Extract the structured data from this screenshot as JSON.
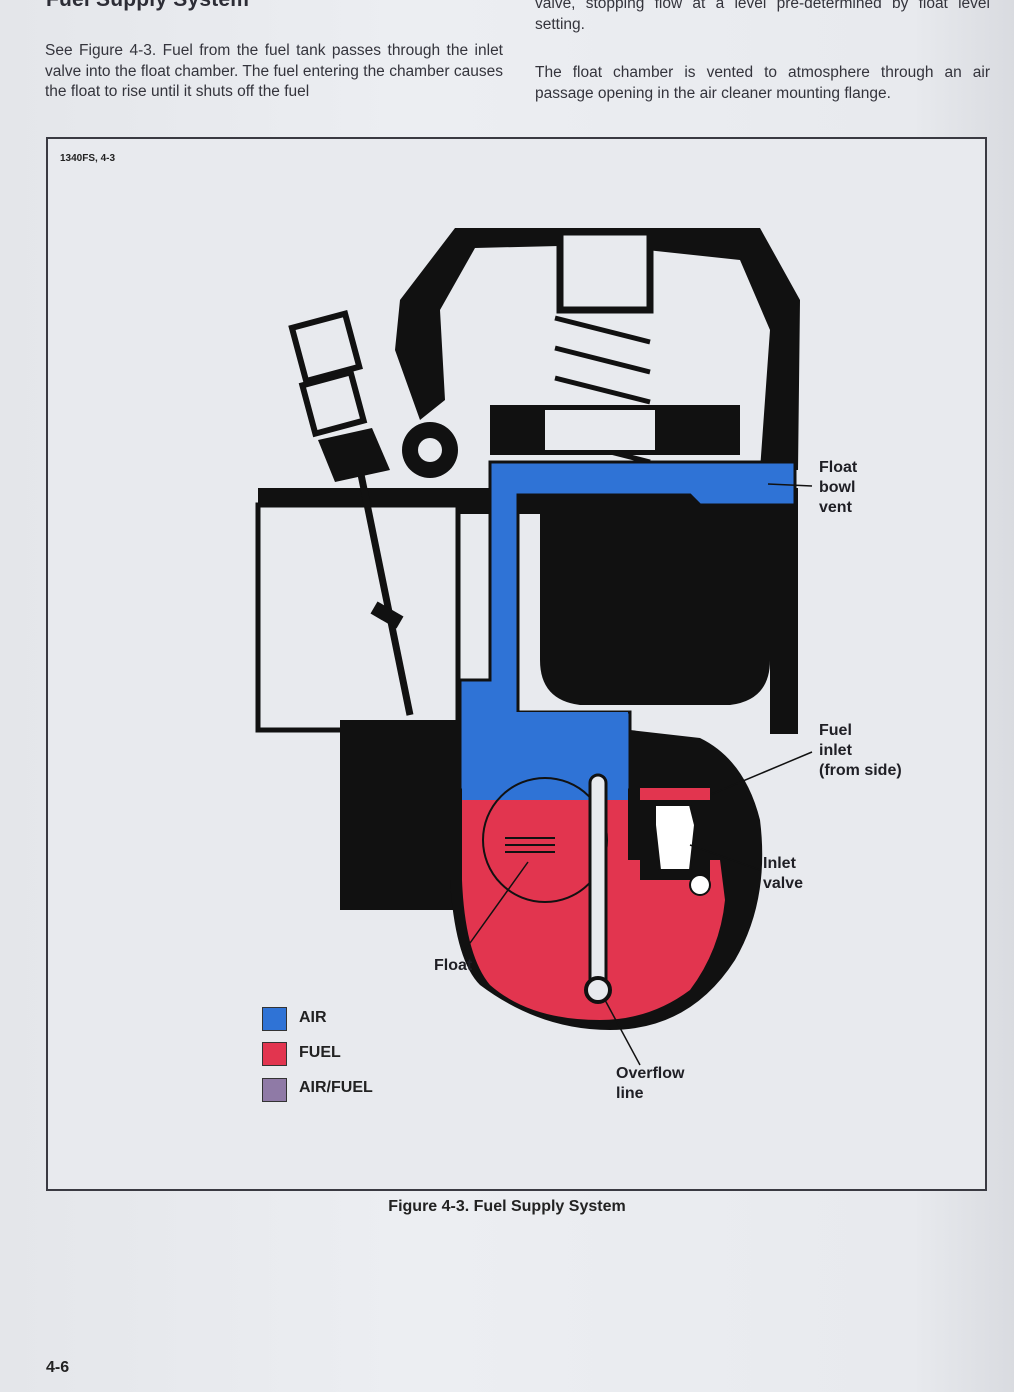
{
  "section": {
    "title": "Fuel Supply System"
  },
  "text": {
    "col1_paragraph": "See Figure 4-3. Fuel from the fuel tank passes through the inlet valve into the float chamber. The fuel entering the chamber causes the float to rise until it shuts off the fuel",
    "col2_continuation": "valve, stopping flow at a level pre-determined by float level setting.",
    "col2_paragraph": "The float chamber is vented to atmosphere through an air passage opening in the air cleaner mounting flange."
  },
  "figure": {
    "id_label": "1340FS, 4-3",
    "caption": "Figure 4-3. Fuel Supply System",
    "callouts": {
      "float_bowl_vent": [
        "Float",
        "bowl",
        "vent"
      ],
      "fuel_inlet": [
        "Fuel",
        "inlet",
        "(from side)"
      ],
      "inlet_valve": [
        "Inlet",
        "valve"
      ],
      "float": "Float",
      "overflow_line": [
        "Overflow",
        "line"
      ]
    },
    "legend": [
      {
        "label": "AIR",
        "color": "#2f73d6"
      },
      {
        "label": "FUEL",
        "color": "#e2354f"
      },
      {
        "label": "AIR/FUEL",
        "color": "#8f7aa6"
      }
    ]
  },
  "page_number": "4-6",
  "colors": {
    "air": "#2f73d6",
    "fuel": "#e2354f",
    "body": "#111111"
  }
}
